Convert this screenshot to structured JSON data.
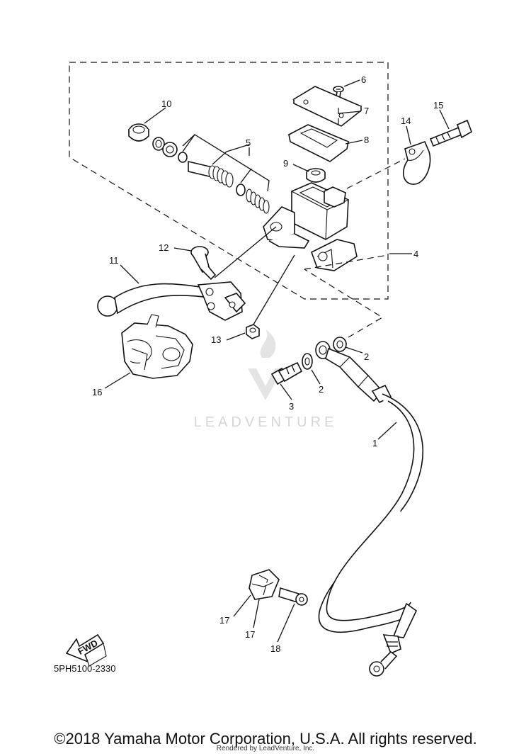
{
  "diagram": {
    "callouts": [
      {
        "id": "c1",
        "label": "1"
      },
      {
        "id": "c2a",
        "label": "2"
      },
      {
        "id": "c2b",
        "label": "2"
      },
      {
        "id": "c3",
        "label": "3"
      },
      {
        "id": "c4",
        "label": "4"
      },
      {
        "id": "c5",
        "label": "5"
      },
      {
        "id": "c6",
        "label": "6"
      },
      {
        "id": "c7",
        "label": "7"
      },
      {
        "id": "c8",
        "label": "8"
      },
      {
        "id": "c9",
        "label": "9"
      },
      {
        "id": "c10",
        "label": "10"
      },
      {
        "id": "c11",
        "label": "11"
      },
      {
        "id": "c12",
        "label": "12"
      },
      {
        "id": "c13",
        "label": "13"
      },
      {
        "id": "c14",
        "label": "14"
      },
      {
        "id": "c15",
        "label": "15"
      },
      {
        "id": "c16",
        "label": "16"
      },
      {
        "id": "c17a",
        "label": "17"
      },
      {
        "id": "c17b",
        "label": "17"
      },
      {
        "id": "c18",
        "label": "18"
      }
    ],
    "fwd_label": "FWD",
    "diagram_code": "5PH5100-2330",
    "watermark": "LEADVENTURE"
  },
  "footer": {
    "copyright": "©2018 Yamaha Motor Corporation, U.S.A. All rights reserved.",
    "rendered_by": "Rendered by LeadVenture, Inc."
  }
}
